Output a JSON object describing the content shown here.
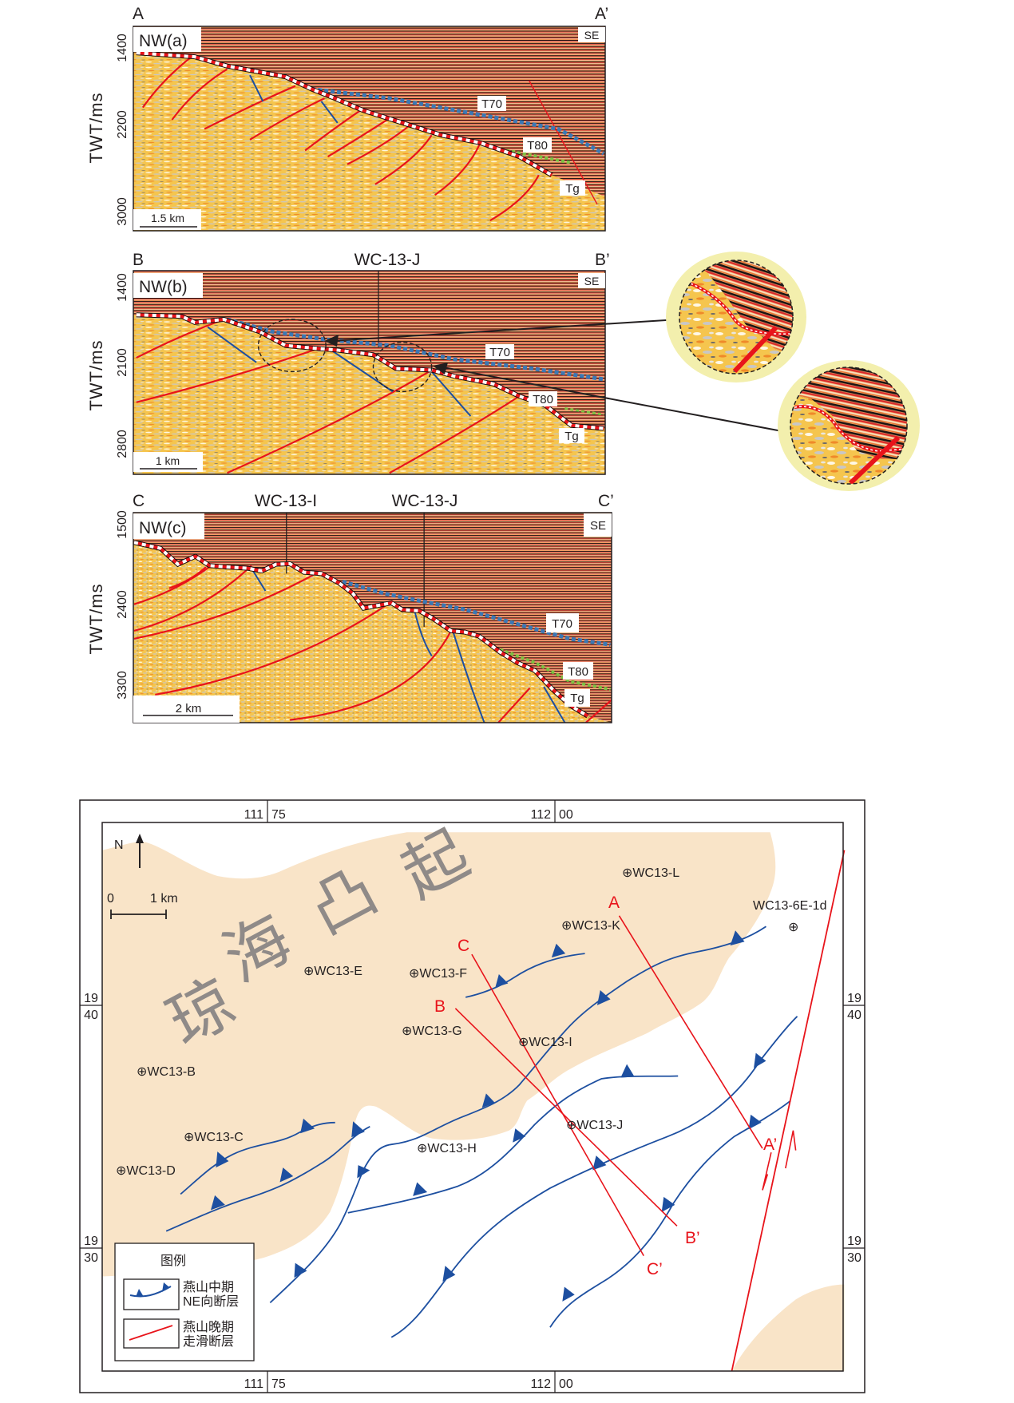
{
  "sections": [
    {
      "id": "a",
      "start": "A",
      "end": "A’",
      "nw_label": "NW(a)",
      "se_label": "SE",
      "y_axis_label": "TWT/ms",
      "y_ticks": [
        "1400",
        "2200",
        "3000"
      ],
      "scale_bar": "1.5 km",
      "horizons": {
        "t70": "T70",
        "t80": "T80",
        "tg": "Tg"
      }
    },
    {
      "id": "b",
      "start": "B",
      "end": "B’",
      "nw_label": "NW(b)",
      "se_label": "SE",
      "y_axis_label": "TWT/ms",
      "y_ticks": [
        "1400",
        "2100",
        "2800"
      ],
      "scale_bar": "1 km",
      "wells": [
        "WC-13-J"
      ],
      "horizons": {
        "t70": "T70",
        "t80": "T80",
        "tg": "Tg"
      }
    },
    {
      "id": "c",
      "start": "C",
      "end": "C’",
      "nw_label": "NW(c)",
      "se_label": "SE",
      "y_axis_label": "TWT/ms",
      "y_ticks": [
        "1500",
        "2400",
        "3300"
      ],
      "scale_bar": "2 km",
      "wells": [
        "WC-13-I",
        "WC-13-J"
      ],
      "horizons": {
        "t70": "T70",
        "t80": "T80",
        "tg": "Tg"
      }
    }
  ],
  "colors": {
    "strike_slip_fault": "#e8141b",
    "ne_fault": "#1d4fa0",
    "uplift_area": "#f9e4c8",
    "t70": "#3a78b5",
    "t80": "#7dc242",
    "inset_ring": "#f3efad"
  },
  "map": {
    "longitude_labels": [
      {
        "deg": "111",
        "min": "75"
      },
      {
        "deg": "112",
        "min": "00"
      }
    ],
    "latitude_labels": [
      {
        "deg": "19",
        "min": "40"
      },
      {
        "deg": "19",
        "min": "30"
      }
    ],
    "north": "N",
    "scale": {
      "zero": "0",
      "length": "1 km"
    },
    "watermark": [
      "琼",
      "海",
      "凸",
      "起"
    ],
    "wells": [
      "WC13-L",
      "WC13-K",
      "WC13-6E-1d",
      "WC13-E",
      "WC13-F",
      "WC13-G",
      "WC13-I",
      "WC13-B",
      "WC13-J",
      "WC13-H",
      "WC13-C",
      "WC13-D"
    ],
    "well_symbol": "⊕",
    "section_labels": [
      "A",
      "A’",
      "B",
      "B’",
      "C",
      "C’"
    ],
    "legend": {
      "title": "图例",
      "items": [
        {
          "line1": "燕山中期",
          "line2": "NE向断层"
        },
        {
          "line1": "燕山晚期",
          "line2": "走滑断层"
        }
      ]
    }
  }
}
